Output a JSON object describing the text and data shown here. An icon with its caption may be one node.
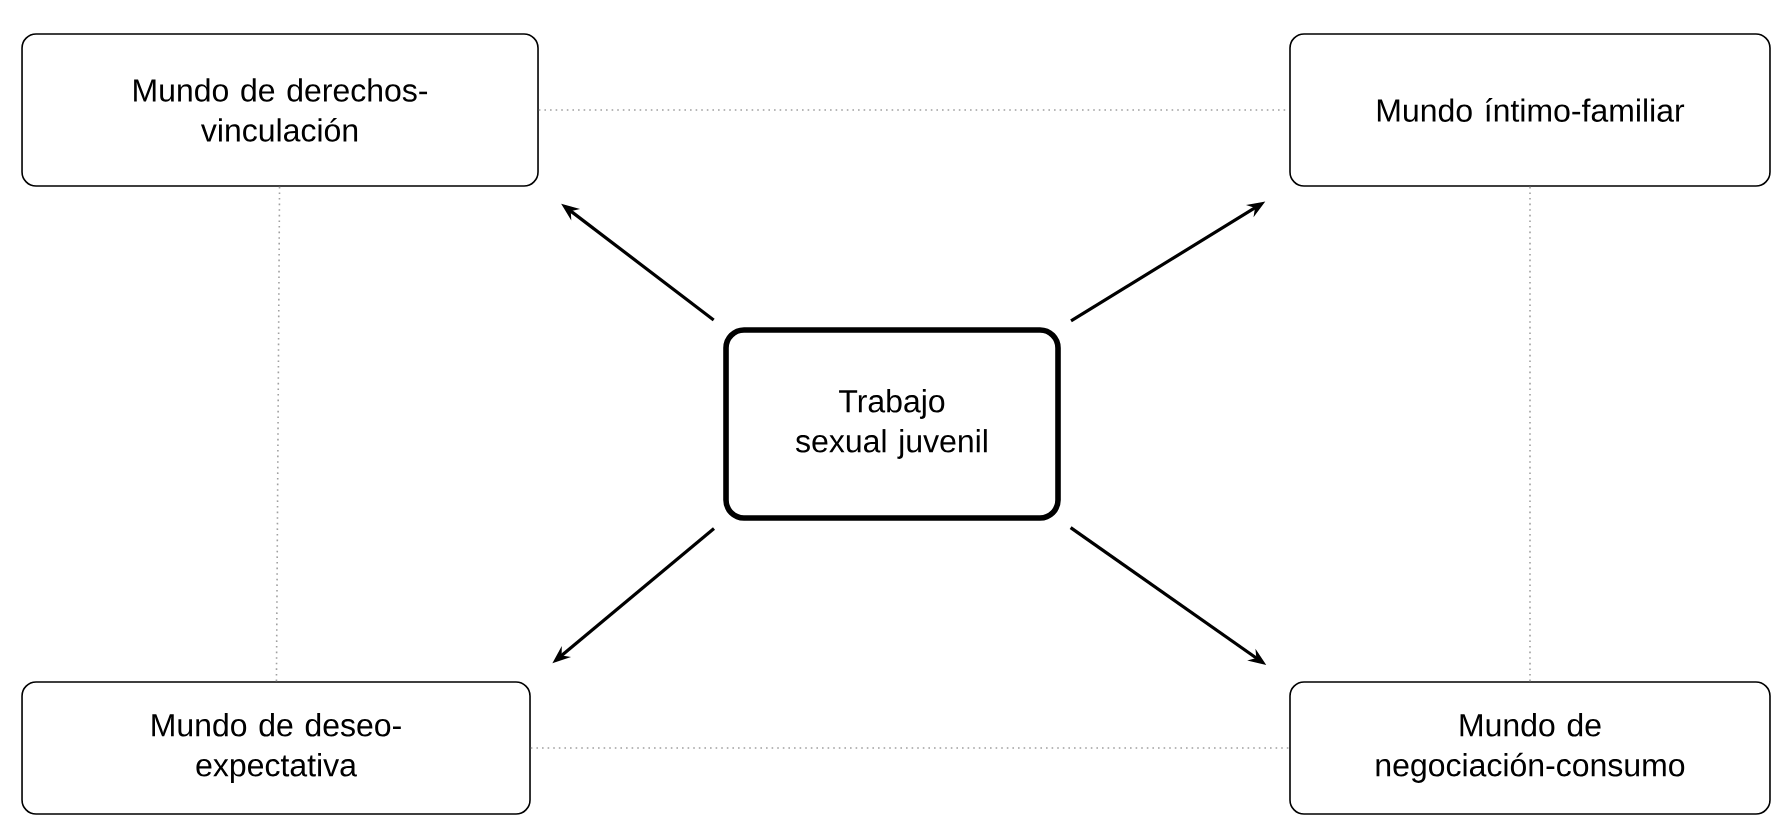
{
  "diagram": {
    "nodes": [
      {
        "text": [
          "Mundo de derechos-vinculación"
        ]
      },
      {
        "text": [
          "Mundo íntimo-familiar"
        ]
      },
      {
        "text": [
          "Trabajo sexual juvenil"
        ]
      },
      {
        "text": [
          "Mundo de deseo-expectativa"
        ]
      },
      {
        "text": [
          "Mundo de negociación-consumo"
        ]
      }
    ],
    "edges": [
      {
        "from": 0,
        "to": 1,
        "arrow": "none",
        "style": "dashed",
        "color": "#a0a0a0"
      },
      {
        "from": 0,
        "to": 3,
        "arrow": "none",
        "style": "dashed",
        "color": "#a0a0a0"
      },
      {
        "from": 1,
        "to": 4,
        "arrow": "none",
        "style": "dashed",
        "color": "#a0a0a0"
      },
      {
        "from": 3,
        "to": 4,
        "arrow": "none",
        "style": "dashed",
        "color": "#a0a0a0"
      },
      {
        "from": 2,
        "to": 0,
        "arrow": "to",
        "color": "#000000"
      },
      {
        "from": 2,
        "to": 1,
        "arrow": "to",
        "color": "#000000"
      },
      {
        "from": 2,
        "to": 3,
        "arrow": "to",
        "color": "#000000"
      },
      {
        "from": 2,
        "to": 4,
        "arrow": "to",
        "color": "#000000"
      }
    ]
  }
}
